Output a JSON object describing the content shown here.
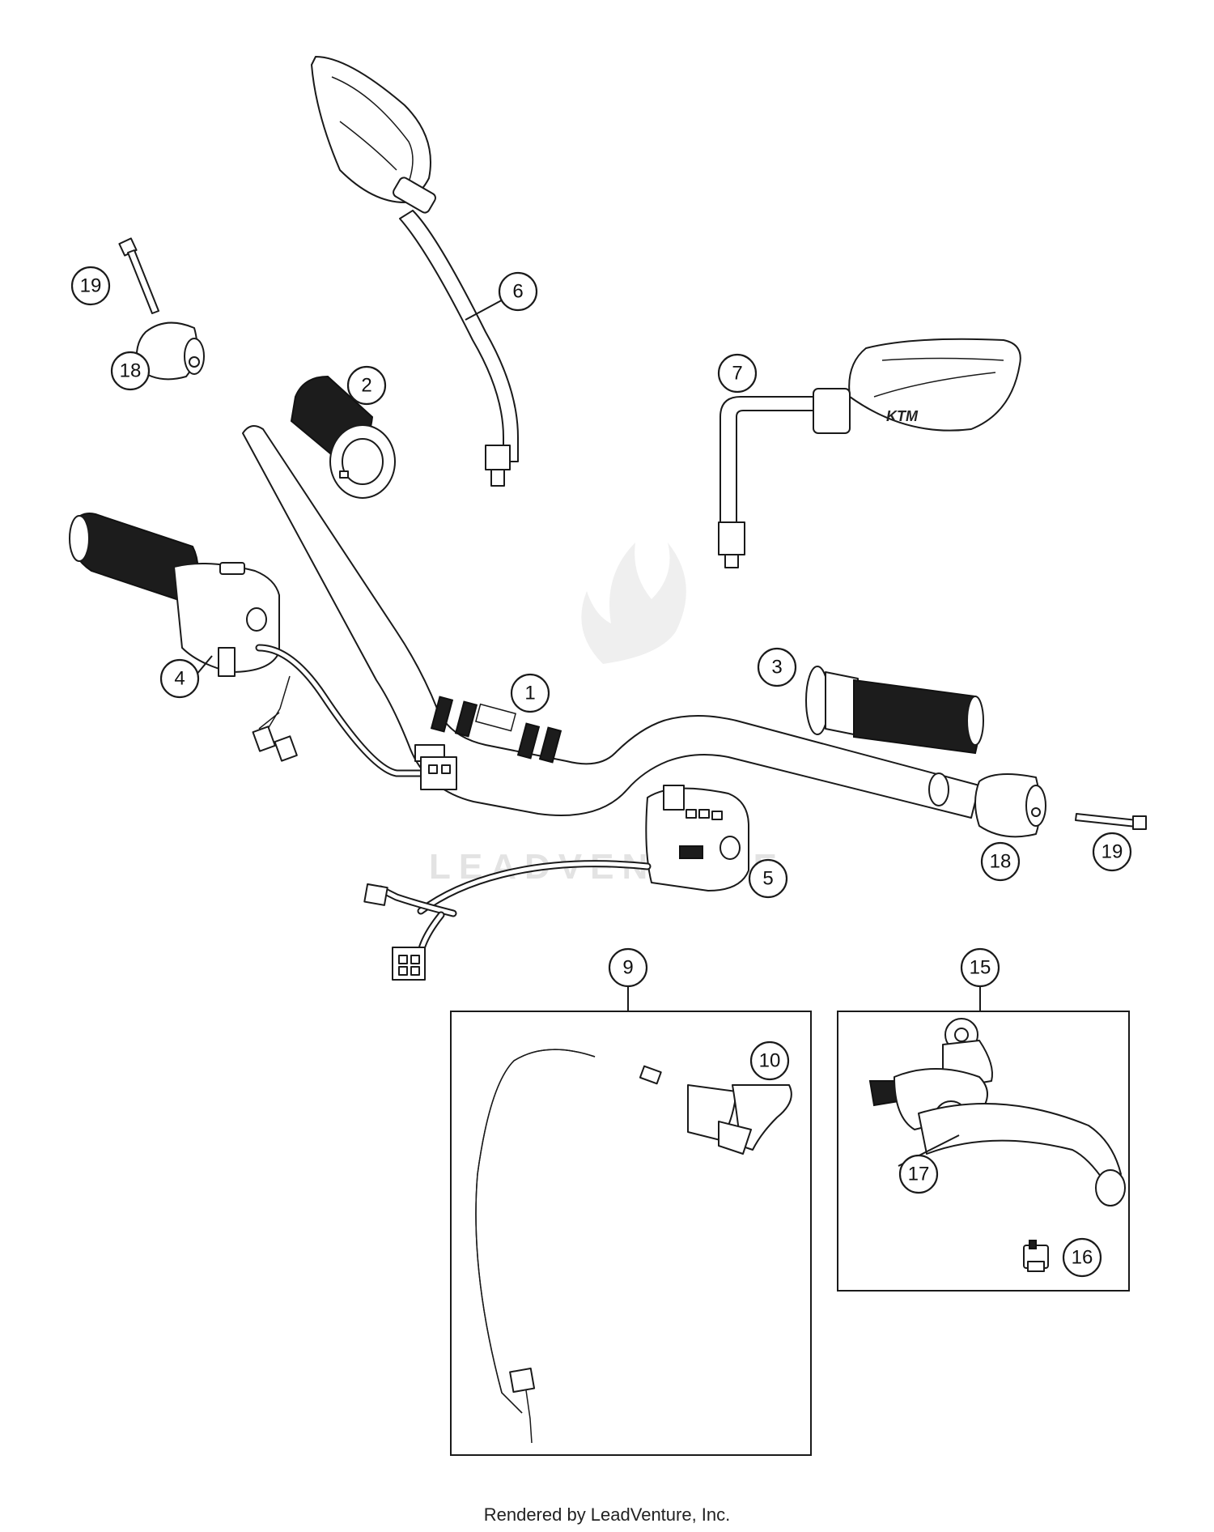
{
  "diagram": {
    "callouts": {
      "c1": "1",
      "c2": "2",
      "c3": "3",
      "c4": "4",
      "c5": "5",
      "c6": "6",
      "c7": "7",
      "c9": "9",
      "c10": "10",
      "c15": "15",
      "c16": "16",
      "c17": "17",
      "c18a": "18",
      "c18b": "18",
      "c19a": "19",
      "c19b": "19"
    },
    "watermark": "LEADVENTURE"
  },
  "footer": {
    "text": "Rendered by LeadVenture, Inc."
  }
}
